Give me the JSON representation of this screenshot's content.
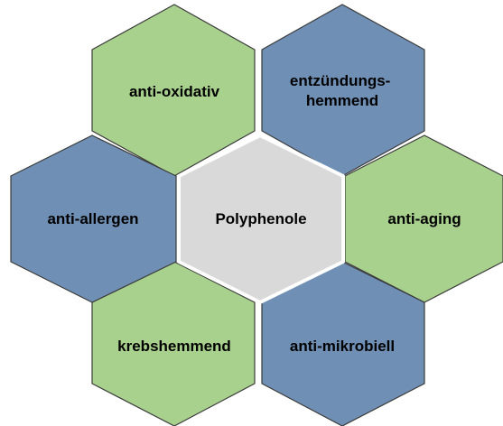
{
  "diagram": {
    "center": {
      "label": "Polyphenole",
      "color": "#d9d9d9"
    },
    "properties": [
      {
        "id": "anti-oxidativ",
        "lines": [
          "anti-oxidativ"
        ],
        "color": "#a9d18e"
      },
      {
        "id": "entzuendungshemmend",
        "lines": [
          "entzündungs-",
          "hemmend"
        ],
        "color": "#6f8fb5"
      },
      {
        "id": "anti-aging",
        "lines": [
          "anti-aging"
        ],
        "color": "#a9d18e"
      },
      {
        "id": "anti-mikrobiell",
        "lines": [
          "anti-mikrobiell"
        ],
        "color": "#6f8fb5"
      },
      {
        "id": "krebshemmend",
        "lines": [
          "krebshemmend"
        ],
        "color": "#a9d18e"
      },
      {
        "id": "anti-allergen",
        "lines": [
          "anti-allergen"
        ],
        "color": "#6f8fb5"
      }
    ],
    "stroke_color": "#3a3a3a",
    "center_stroke_color": "#ffffff"
  }
}
